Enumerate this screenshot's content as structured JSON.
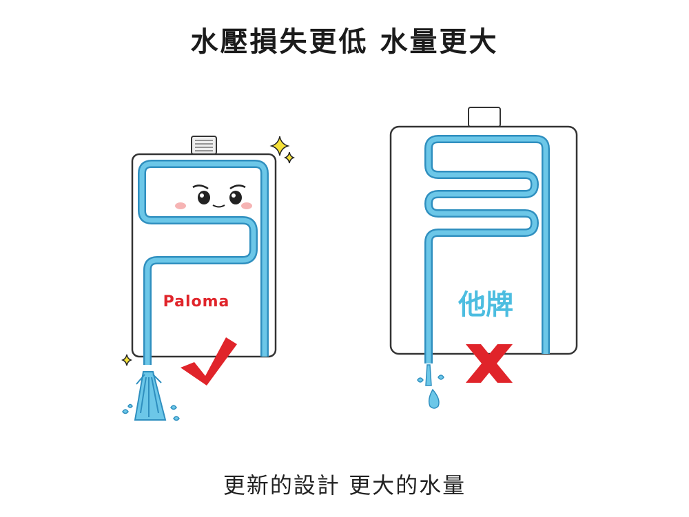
{
  "title": "水壓損失更低 水量更大",
  "caption": "更新的設計 更大的水量",
  "left_heater": {
    "brand_label": "Paloma",
    "verdict_icon": "check-mark-icon"
  },
  "right_heater": {
    "brand_label": "他牌",
    "verdict_icon": "x-mark-icon"
  },
  "colors": {
    "pipe": "#6cc7e8",
    "pipe_outline": "#2f8fbf",
    "good": "#e0242a",
    "other_label": "#4cbde0",
    "bad": "#e0242a"
  }
}
